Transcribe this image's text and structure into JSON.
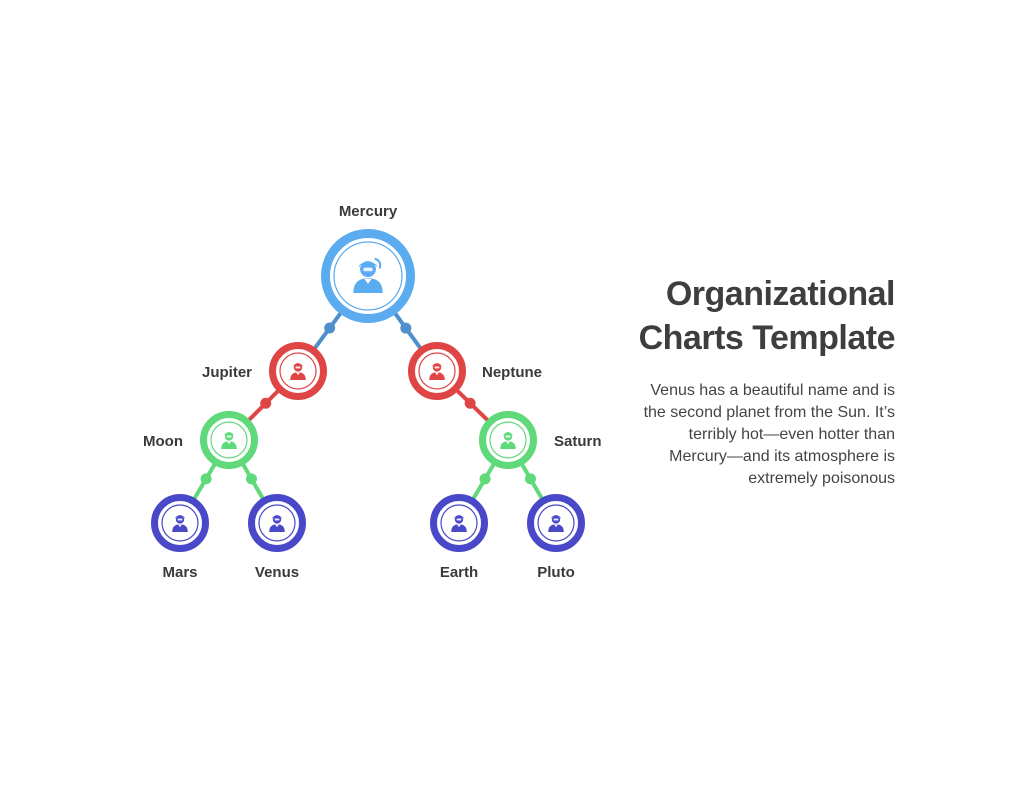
{
  "title_lines": [
    "Organizational",
    "Charts Template"
  ],
  "description": "Venus has a beautiful name and is the second planet from the Sun. It’s terribly hot—even hotter than Mercury—and its atmosphere is extremely poisonous",
  "colors": {
    "level1": "#5aabf0",
    "level1_line": "#4f8fcb",
    "level2": "#e04545",
    "level3": "#5fd97a",
    "level4": "#4848c8",
    "icon_bg": "#ffffff"
  },
  "nodes": [
    {
      "id": "mercury",
      "label": "Mercury",
      "level": 1,
      "icon": "person-icon"
    },
    {
      "id": "jupiter",
      "label": "Jupiter",
      "level": 2,
      "icon": "person-icon"
    },
    {
      "id": "neptune",
      "label": "Neptune",
      "level": 2,
      "icon": "person-icon"
    },
    {
      "id": "moon",
      "label": "Moon",
      "level": 3,
      "icon": "person-icon"
    },
    {
      "id": "saturn",
      "label": "Saturn",
      "level": 3,
      "icon": "person-icon"
    },
    {
      "id": "mars",
      "label": "Mars",
      "level": 4,
      "icon": "person-icon"
    },
    {
      "id": "venus",
      "label": "Venus",
      "level": 4,
      "icon": "person-icon"
    },
    {
      "id": "earth",
      "label": "Earth",
      "level": 4,
      "icon": "person-icon"
    },
    {
      "id": "pluto",
      "label": "Pluto",
      "level": 4,
      "icon": "person-icon"
    }
  ],
  "edges": [
    [
      "mercury",
      "jupiter"
    ],
    [
      "mercury",
      "neptune"
    ],
    [
      "jupiter",
      "moon"
    ],
    [
      "neptune",
      "saturn"
    ],
    [
      "moon",
      "mars"
    ],
    [
      "moon",
      "venus"
    ],
    [
      "saturn",
      "earth"
    ],
    [
      "saturn",
      "pluto"
    ]
  ]
}
